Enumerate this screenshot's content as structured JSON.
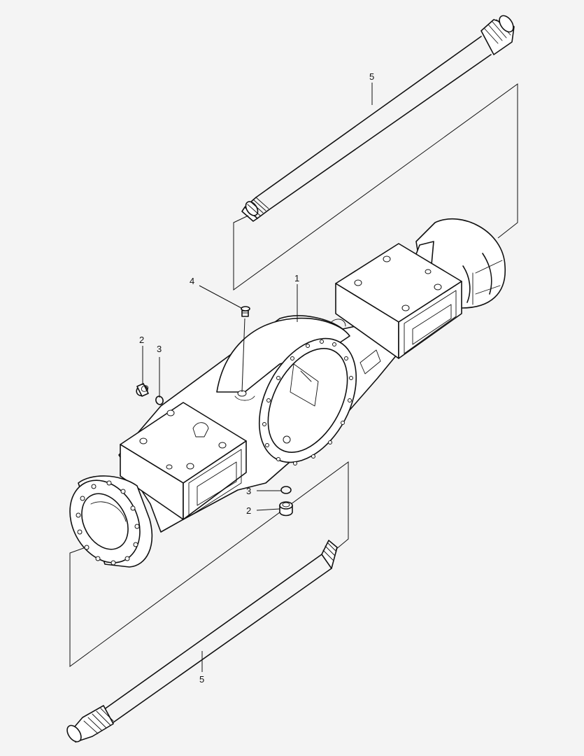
{
  "callouts": {
    "housing": "1",
    "plug_left": "2",
    "oring_left": "3",
    "oring_bottom": "3",
    "plug_bottom": "2",
    "breather": "4",
    "shaft_top": "5",
    "shaft_bottom": "5"
  }
}
